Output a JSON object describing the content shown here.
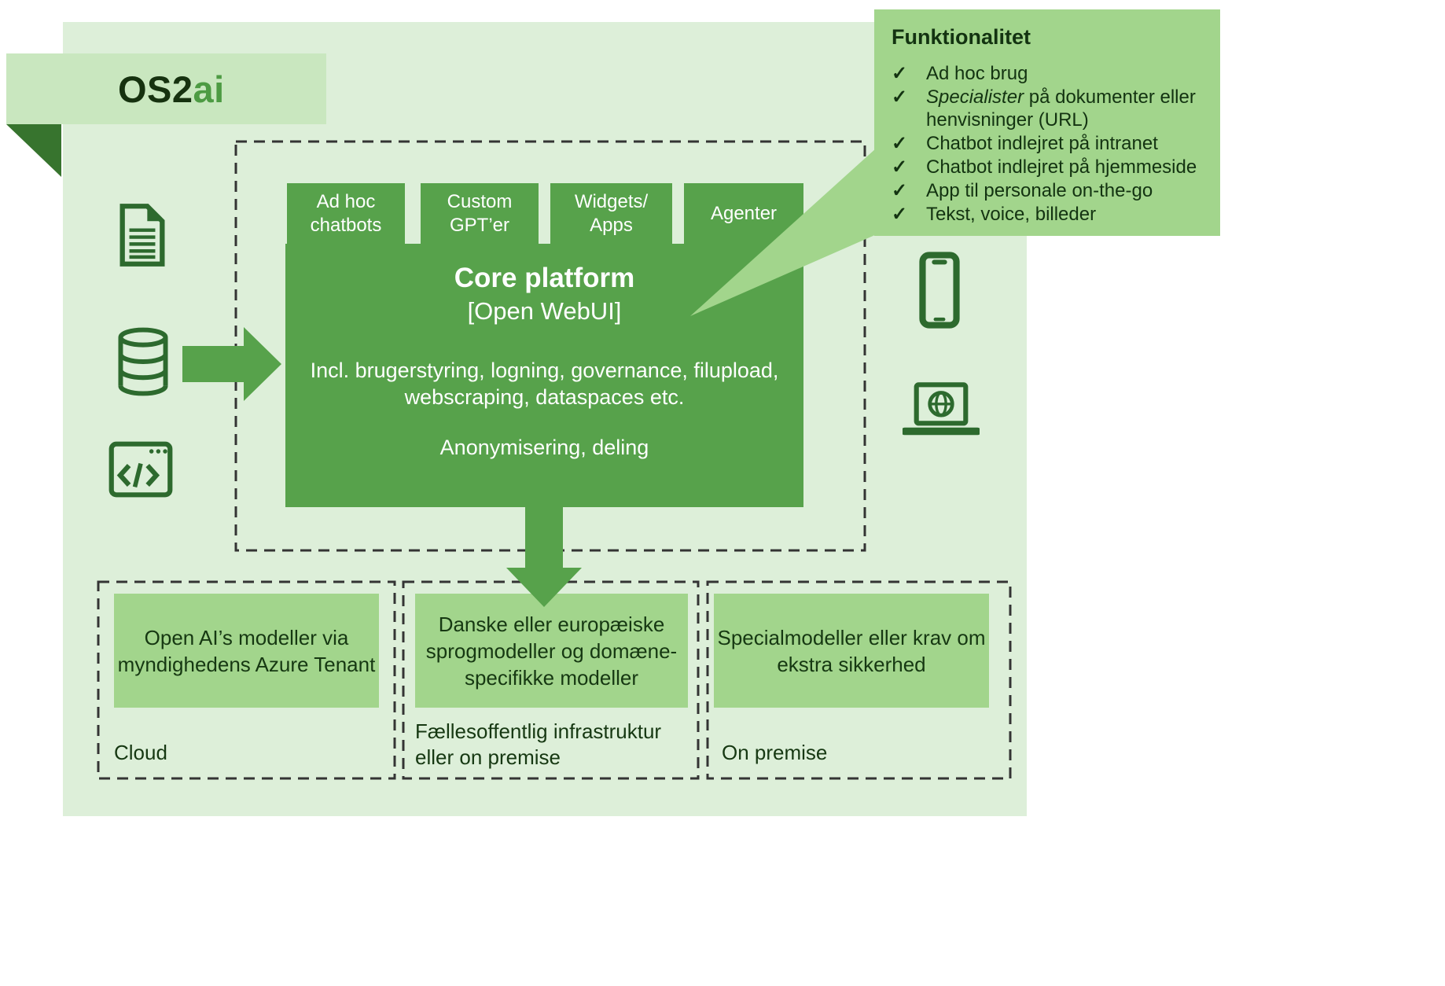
{
  "colors": {
    "page_background": "#ffffff",
    "canvas_green": "#ddefd9",
    "banner_green": "#c9e7bf",
    "green_light": "#a2d58c",
    "green_mid": "#57a24b",
    "green_dark_icon": "#2d6a2e",
    "text_dark_green": "#133311",
    "text_white": "#ffffff",
    "dashed_border": "#343434"
  },
  "logo": {
    "prefix": "OS2",
    "suffix": "ai"
  },
  "icons": {
    "check": "✓",
    "left": [
      "document-icon",
      "database-icon",
      "code-icon"
    ],
    "right": [
      "smartphone-icon",
      "laptop-icon"
    ]
  },
  "funktionalitet": {
    "title": "Funktionalitet",
    "items": [
      {
        "italic": "",
        "text": "Ad hoc brug"
      },
      {
        "italic": "Specialister",
        "text": " på dokumenter eller henvisninger (URL)"
      },
      {
        "italic": "",
        "text": "Chatbot indlejret på intranet"
      },
      {
        "italic": "",
        "text": "Chatbot indlejret på hjemmeside"
      },
      {
        "italic": "",
        "text": "App til personale on-the-go"
      },
      {
        "italic": "",
        "text": "Tekst, voice, billeder"
      }
    ]
  },
  "tabs": [
    {
      "label": "Ad hoc\nchatbots"
    },
    {
      "label": "Custom\nGPT’er"
    },
    {
      "label": "Widgets/\nApps"
    },
    {
      "label": "Agenter"
    }
  ],
  "core": {
    "title": "Core platform",
    "subtitle": "[Open WebUI]",
    "body": "Incl. brugerstyring, logning, governance, filupload,\nwebscraping, dataspaces etc.",
    "body2": "Anonymisering, deling"
  },
  "bottom": [
    {
      "box": "Open AI’s modeller via\nmyndighedens Azure Tenant",
      "caption": "Cloud"
    },
    {
      "box": "Danske eller europæiske\nsprogmodeller og domæne-\nspecifikke modeller",
      "caption": "Fællesoffentlig infrastruktur\neller on premise"
    },
    {
      "box": "Specialmodeller eller krav om\nekstra sikkerhed",
      "caption": "On premise"
    }
  ]
}
